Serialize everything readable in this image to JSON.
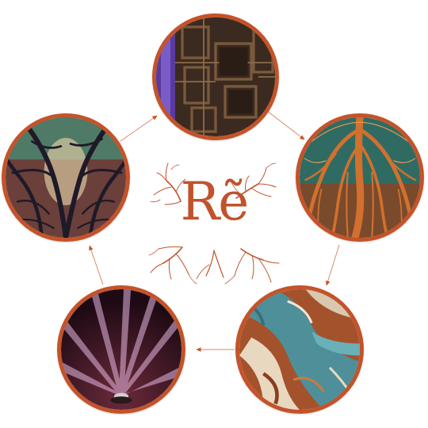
{
  "logo": {
    "mark": "Rẽ",
    "color": "#c0532b"
  },
  "accent": "#c4532a",
  "cycle": [
    {
      "name": "wooden-shelves-photo",
      "subject": "shelves"
    },
    {
      "name": "copper-roots-photo",
      "subject": "roots"
    },
    {
      "name": "marbled-paint-photo",
      "subject": "marble"
    },
    {
      "name": "light-beams-photo",
      "subject": "light"
    },
    {
      "name": "metal-branches-photo",
      "subject": "branches"
    }
  ]
}
